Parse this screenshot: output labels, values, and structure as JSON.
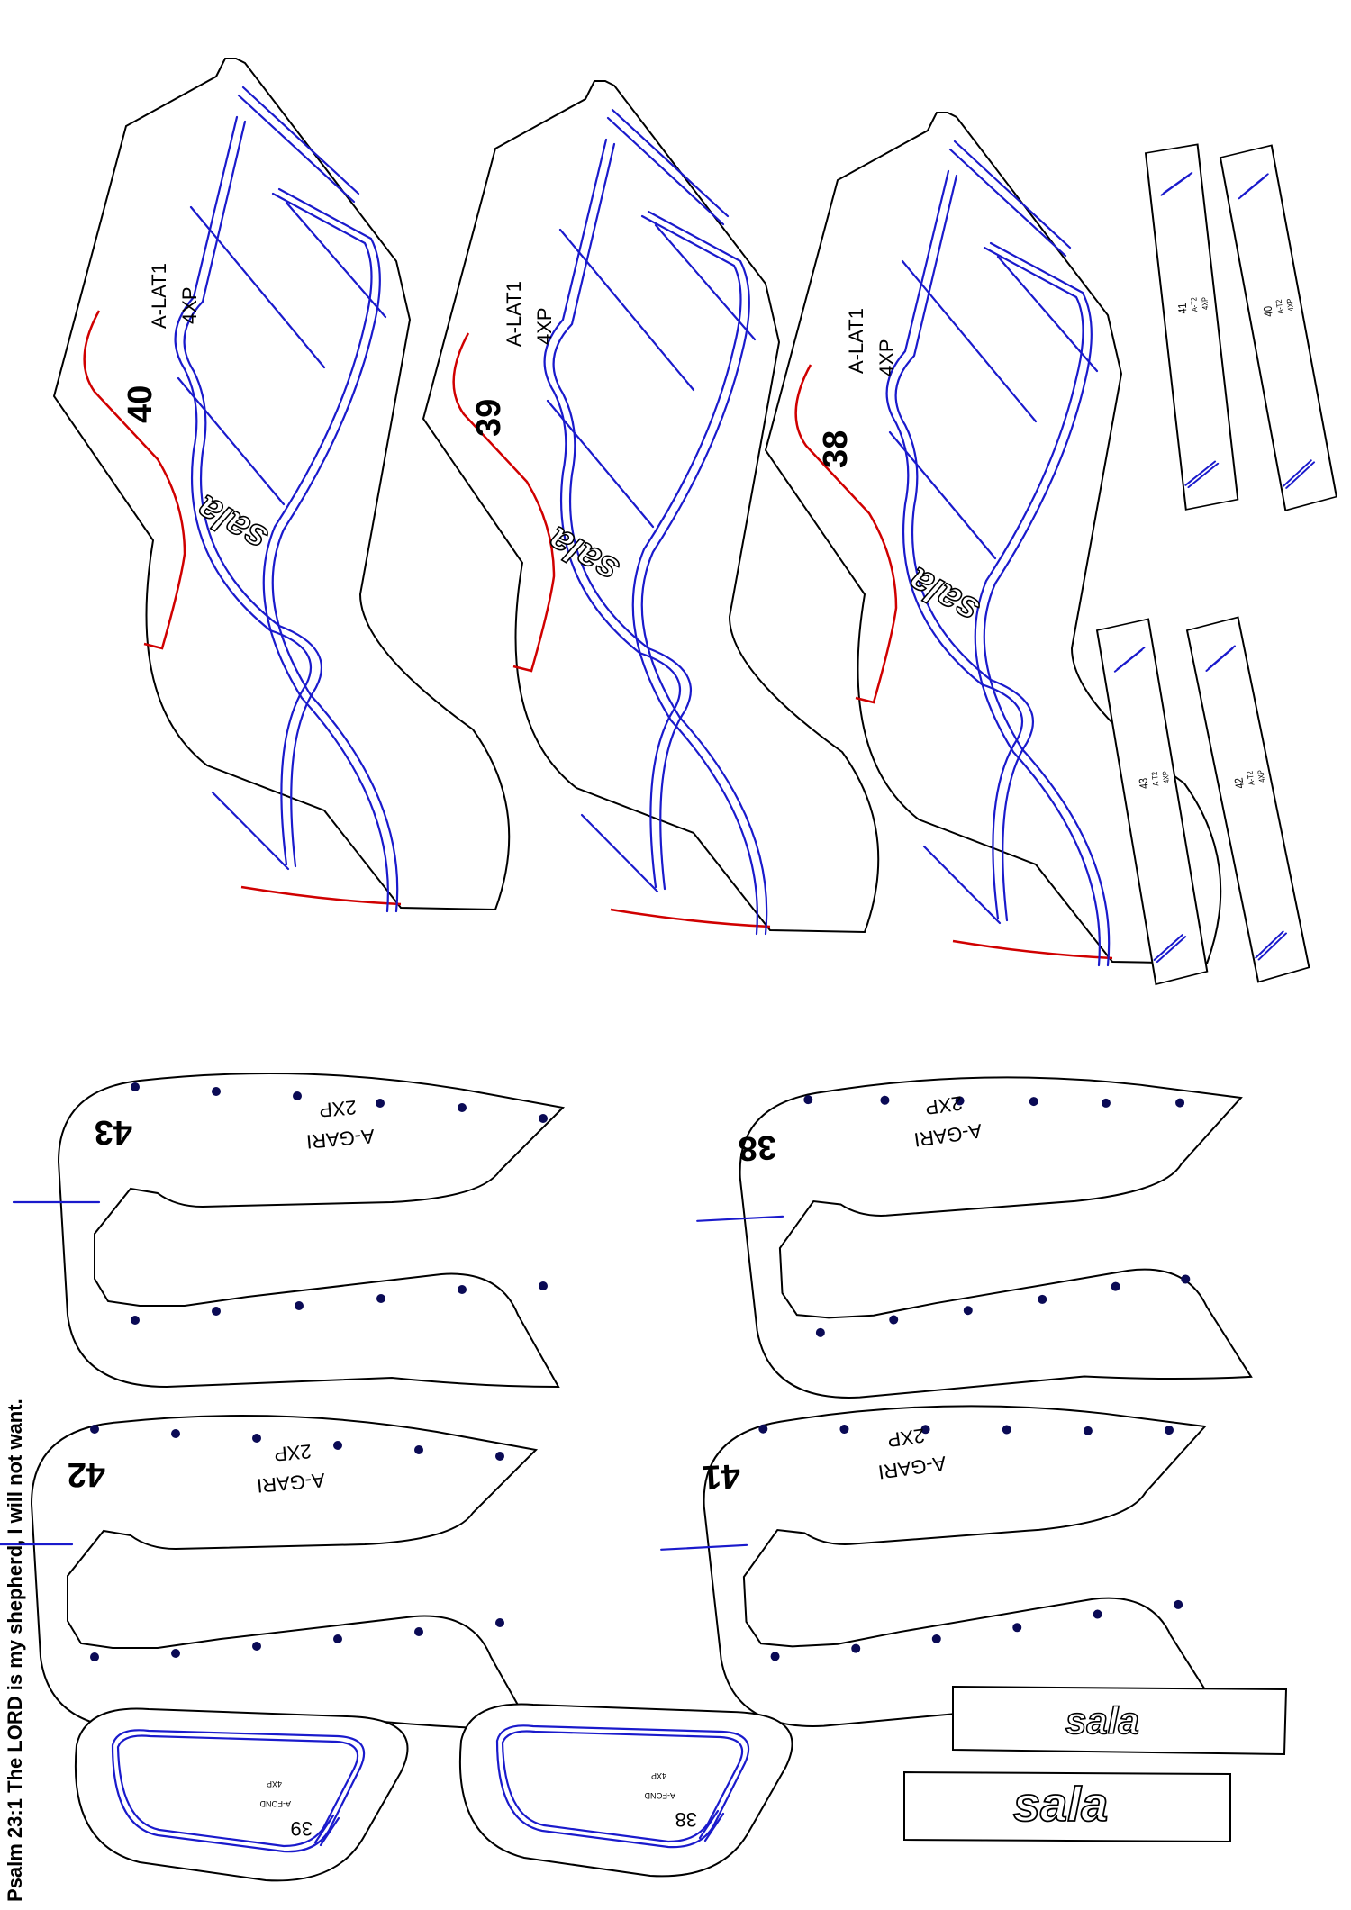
{
  "colors": {
    "cut_line": "#000000",
    "stitch_line": "#1a1acc",
    "edge_mark": "#d00000",
    "punch_dot": "#0a0a55"
  },
  "lateral_pieces": [
    {
      "size": "40",
      "code": "A-LAT1",
      "qty": "4XP",
      "logo": "sala"
    },
    {
      "size": "39",
      "code": "A-LAT1",
      "qty": "4XP",
      "logo": "sala"
    },
    {
      "size": "38",
      "code": "A-LAT1",
      "qty": "4XP",
      "logo": "sala"
    }
  ],
  "strap_pieces": [
    {
      "size": "41",
      "code": "A-T2",
      "qty": "4XP"
    },
    {
      "size": "40",
      "code": "A-T2",
      "qty": "4XP"
    },
    {
      "size": "43",
      "code": "A-T2",
      "qty": "4XP"
    },
    {
      "size": "42",
      "code": "A-T2",
      "qty": "4XP"
    }
  ],
  "lining_pieces": [
    {
      "size": "43",
      "code": "A-GARI",
      "qty": "2XP"
    },
    {
      "size": "38",
      "code": "A-GARI",
      "qty": "2XP"
    },
    {
      "size": "42",
      "code": "A-GARI",
      "qty": "2XP"
    },
    {
      "size": "41",
      "code": "A-GARI",
      "qty": "2XP"
    }
  ],
  "sole_pieces": [
    {
      "size": "39",
      "code": "A-FOND",
      "qty": "4XP"
    },
    {
      "size": "38",
      "code": "A-FOND",
      "qty": "4XP"
    }
  ],
  "logo_labels": [
    "sala",
    "sala"
  ],
  "footer_verse": "Psalm 23:1 The LORD is my shepherd, I will not want."
}
